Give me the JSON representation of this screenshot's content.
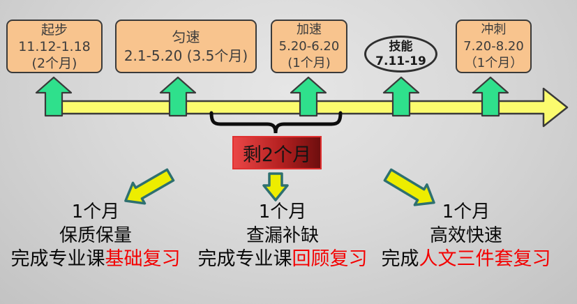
{
  "colors": {
    "stage_box_fill": "#f8c48e",
    "outline_dark": "#3a3a3a",
    "timeline_yellow": "#fbfb6e",
    "marker_green": "#2fe08c",
    "small_arrow_yellow": "#ededed00",
    "small_arrow_fill": "#eded00",
    "small_arrow_teal": "#2e7070",
    "brace_black": "#0d0d0d",
    "highlight_red": "#f40000",
    "remain_red_left": "#ea4646",
    "remain_red_right": "#6e0e0e"
  },
  "stages": [
    {
      "name": "起步",
      "dates": "11.12-1.18",
      "duration": "(2个月)"
    },
    {
      "name": "匀速",
      "dates": "2.1-5.20 (3.5个月)"
    },
    {
      "name": "加速",
      "dates": "5.20-6.20",
      "duration": "(1个月)"
    },
    {
      "name": "冲刺",
      "dates": "7.20-8.20",
      "duration": "（1个月）"
    }
  ],
  "skill": {
    "name": "技能",
    "dates": "7.11-19"
  },
  "remaining": {
    "label": "剩2个月"
  },
  "phases": [
    {
      "duration": "1个月",
      "focus": "保质保量",
      "task_prefix": "完成专业课",
      "task_highlight": "基础复习"
    },
    {
      "duration": "1个月",
      "focus": "查漏补缺",
      "task_prefix": "完成专业课",
      "task_highlight": "回顾复习"
    },
    {
      "duration": "1个月",
      "focus": "高效快速",
      "task_prefix": "完成",
      "task_highlight": "人文三件套复习"
    }
  ]
}
